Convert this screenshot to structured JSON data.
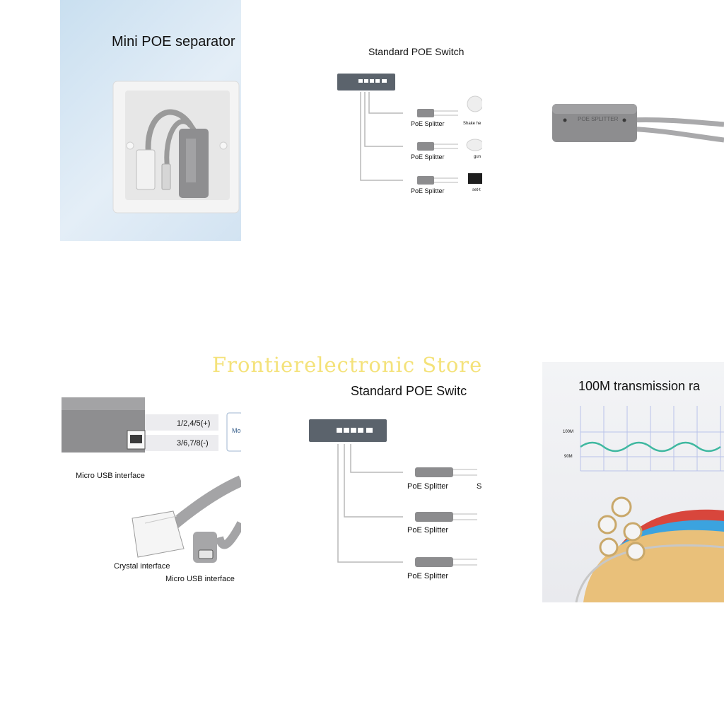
{
  "tiles": {
    "mini_separator": {
      "title": "Mini POE separator"
    },
    "switch_top": {
      "title": "Standard POE Switch",
      "splitter_labels": [
        "PoE Splitter",
        "PoE Splitter",
        "PoE Splitter"
      ],
      "device_labels": [
        "Shake he",
        "gun",
        "set-t"
      ]
    },
    "splitter_closeup": {
      "product_text": "POE SPLITTER"
    },
    "interface_diagram": {
      "pin_labels": [
        "1/2,4/5(+)",
        "3/6,7/8(-)"
      ],
      "side_label": "Mo",
      "micro_usb_top": "Micro USB interface",
      "crystal": "Crystal interface",
      "micro_usb_bottom": "Micro USB interface"
    },
    "switch_bottom": {
      "title": "Standard POE Switc",
      "splitter_labels": [
        "PoE Splitter",
        "PoE Splitter",
        "PoE Splitter"
      ],
      "device_label": "S"
    },
    "transmission": {
      "title": "100M transmission ra",
      "tick_labels": [
        "100M",
        "90M"
      ]
    }
  },
  "watermark": "Frontierelectronic Store",
  "colors": {
    "device_gray": "#8d8d8f",
    "wave_teal": "#3fb8a0",
    "watermark_yellow": "#f4e27a"
  }
}
